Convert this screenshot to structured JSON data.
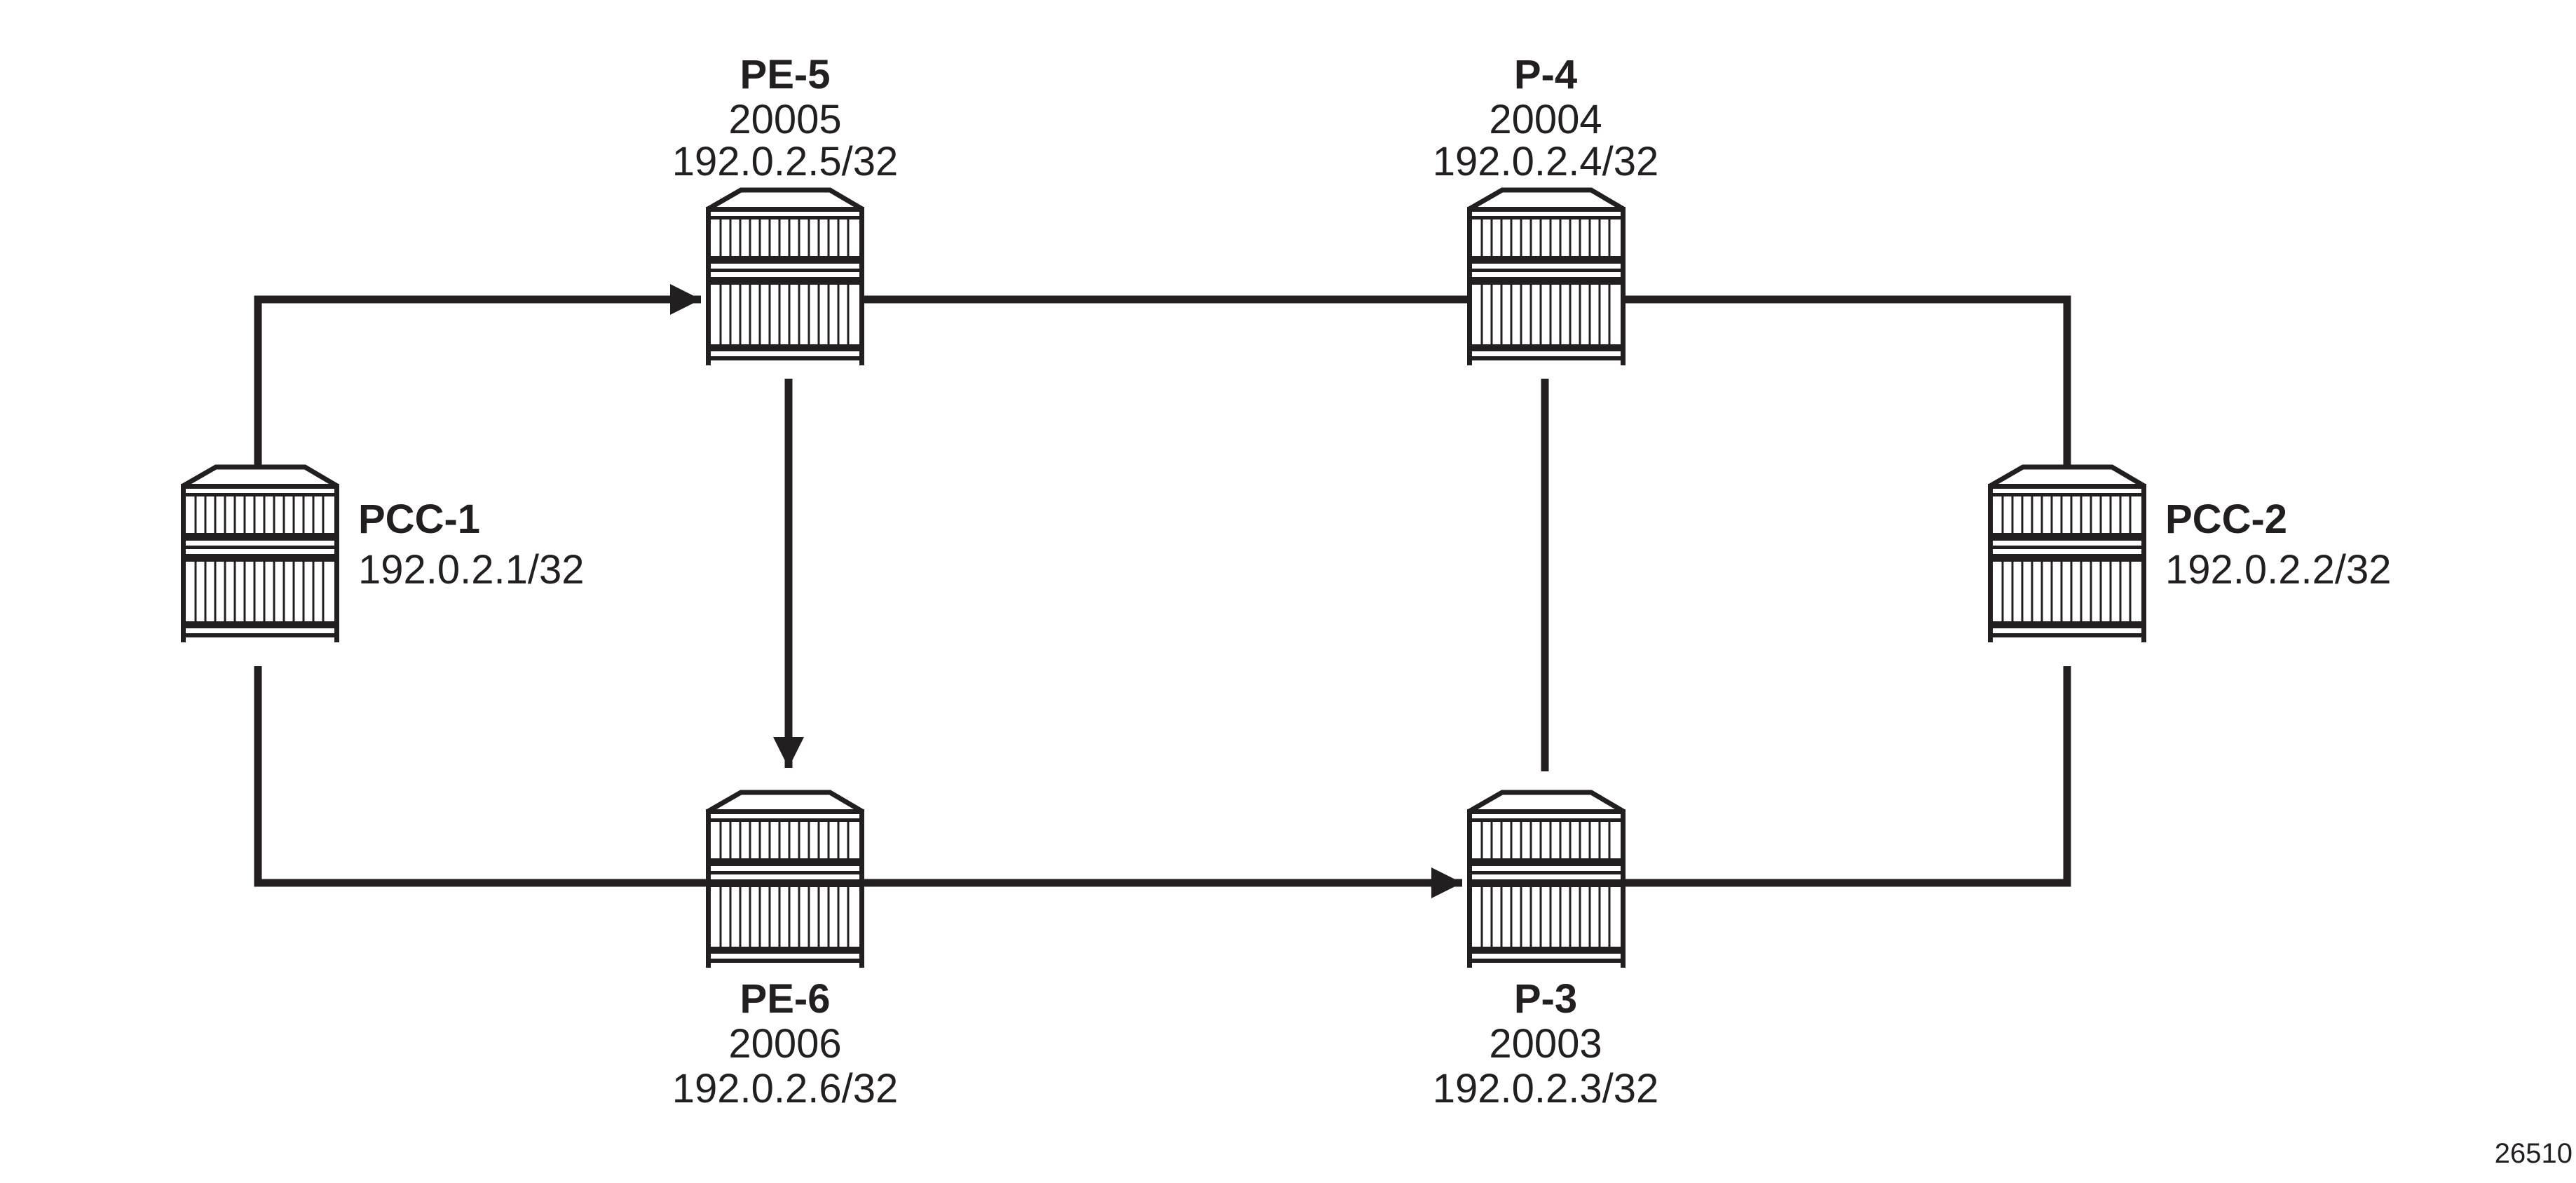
{
  "nodes": {
    "pe5": {
      "name": "PE-5",
      "sid": "20005",
      "ip": "192.0.2.5/32"
    },
    "p4": {
      "name": "P-4",
      "sid": "20004",
      "ip": "192.0.2.4/32"
    },
    "pcc1": {
      "name": "PCC-1",
      "ip": "192.0.2.1/32"
    },
    "pcc2": {
      "name": "PCC-2",
      "ip": "192.0.2.2/32"
    },
    "pe6": {
      "name": "PE-6",
      "sid": "20006",
      "ip": "192.0.2.6/32"
    },
    "p3": {
      "name": "P-3",
      "sid": "20003",
      "ip": "192.0.2.3/32"
    }
  },
  "figure_id": "26510",
  "colors": {
    "ink": "#231f20",
    "background": "#ffffff"
  }
}
